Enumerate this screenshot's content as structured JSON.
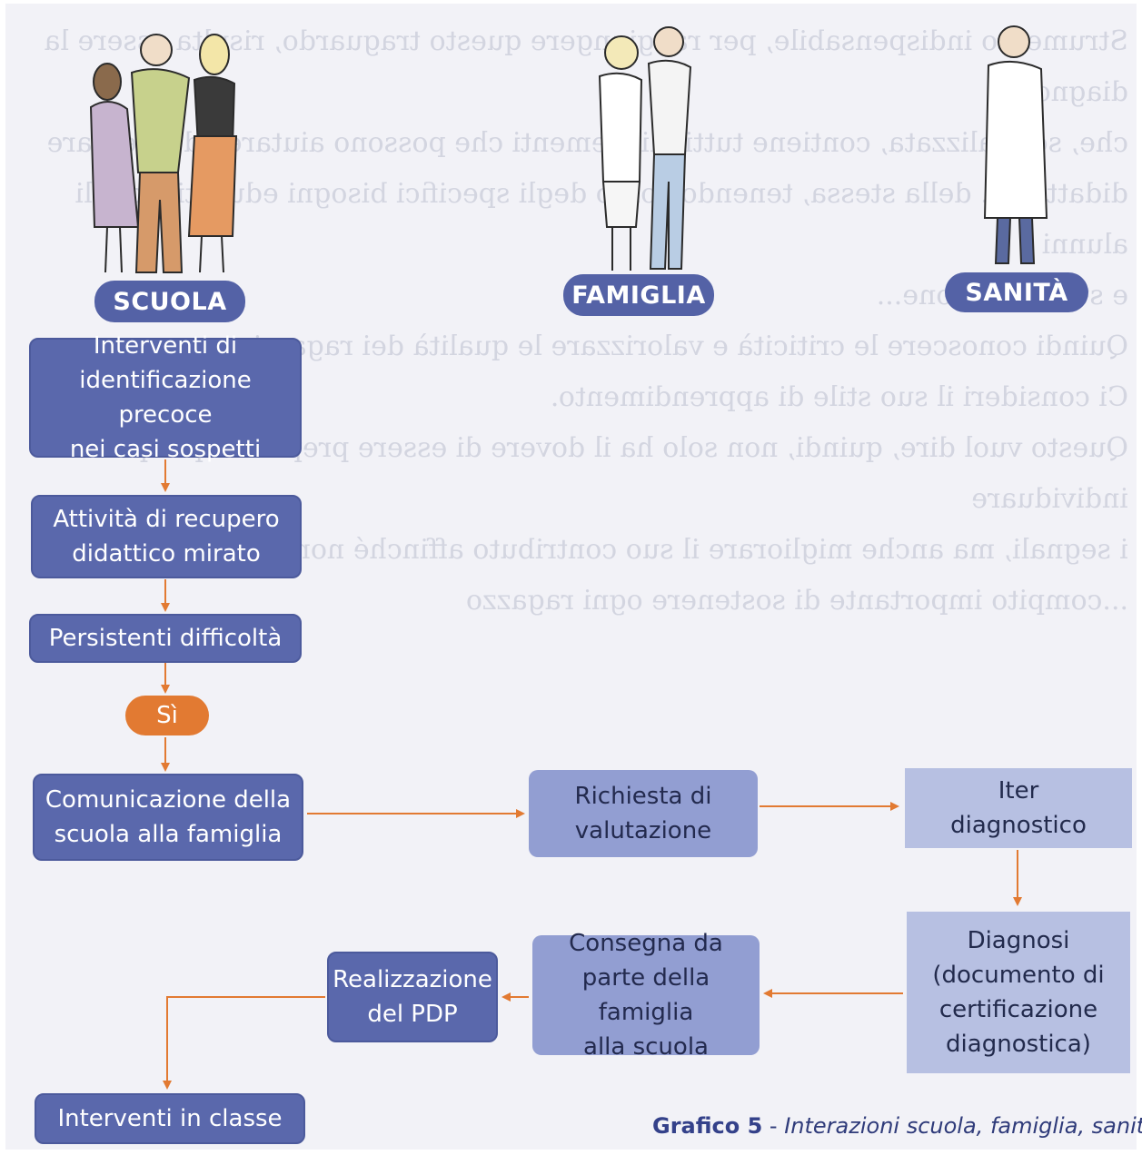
{
  "background_text": [
    "Strumento indispensabile, per raggiungere questo traguardo, risulta essere la diagnosi",
    "che, se realizzata, contiene tutti gli elementi che possono aiutare ad orientare",
    "didattica... della stessa, tenendo conto degli specifici bisogni educativi degli alunni",
    "e sulla relazione...",
    "Quindi conoscere le criticità e valorizzare le qualità dei ragazzi.",
    "Ci consideri il suo stile di apprendimento.",
    "Questo vuol dire, quindi, non solo ha il dovere di essere preparato per poter individuare",
    "i segnali, ma anche migliorare il suo contributo affinché non diventino ostacoli",
    "...compito importante di sostenere ogni ragazzo"
  ],
  "labels": {
    "scuola": "SCUOLA",
    "famiglia": "FAMIGLIA",
    "sanita": "SANITÀ"
  },
  "boxes": {
    "identificazione": "Interventi di\nidentificazione precoce\nnei casi sospetti",
    "recupero": "Attività di recupero\ndidattico mirato",
    "persistenti": "Persistenti difficoltà",
    "si": "Sì",
    "comunicazione": "Comunicazione della\nscuola alla famiglia",
    "richiesta": "Richiesta di\nvalutazione",
    "iter": "Iter\ndiagnostico",
    "diagnosi": "Diagnosi\n(documento di\ncertificazione\ndiagnostica)",
    "consegna": "Consegna da\nparte della famiglia\nalla scuola",
    "realizzazione": "Realizzazione\ndel PDP",
    "interventi_classe": "Interventi in classe"
  },
  "caption": {
    "label": "Grafico 5",
    "separator": " - ",
    "text": "Interazioni scuola, famiglia, sanità"
  },
  "colors": {
    "box_dark": "#5a68ac",
    "box_light": "#929ed2",
    "box_pale": "#b7c0e2",
    "arrow": "#e27a32"
  },
  "figures": [
    "teacher-group-illustration",
    "family-couple-illustration",
    "doctor-illustration"
  ]
}
